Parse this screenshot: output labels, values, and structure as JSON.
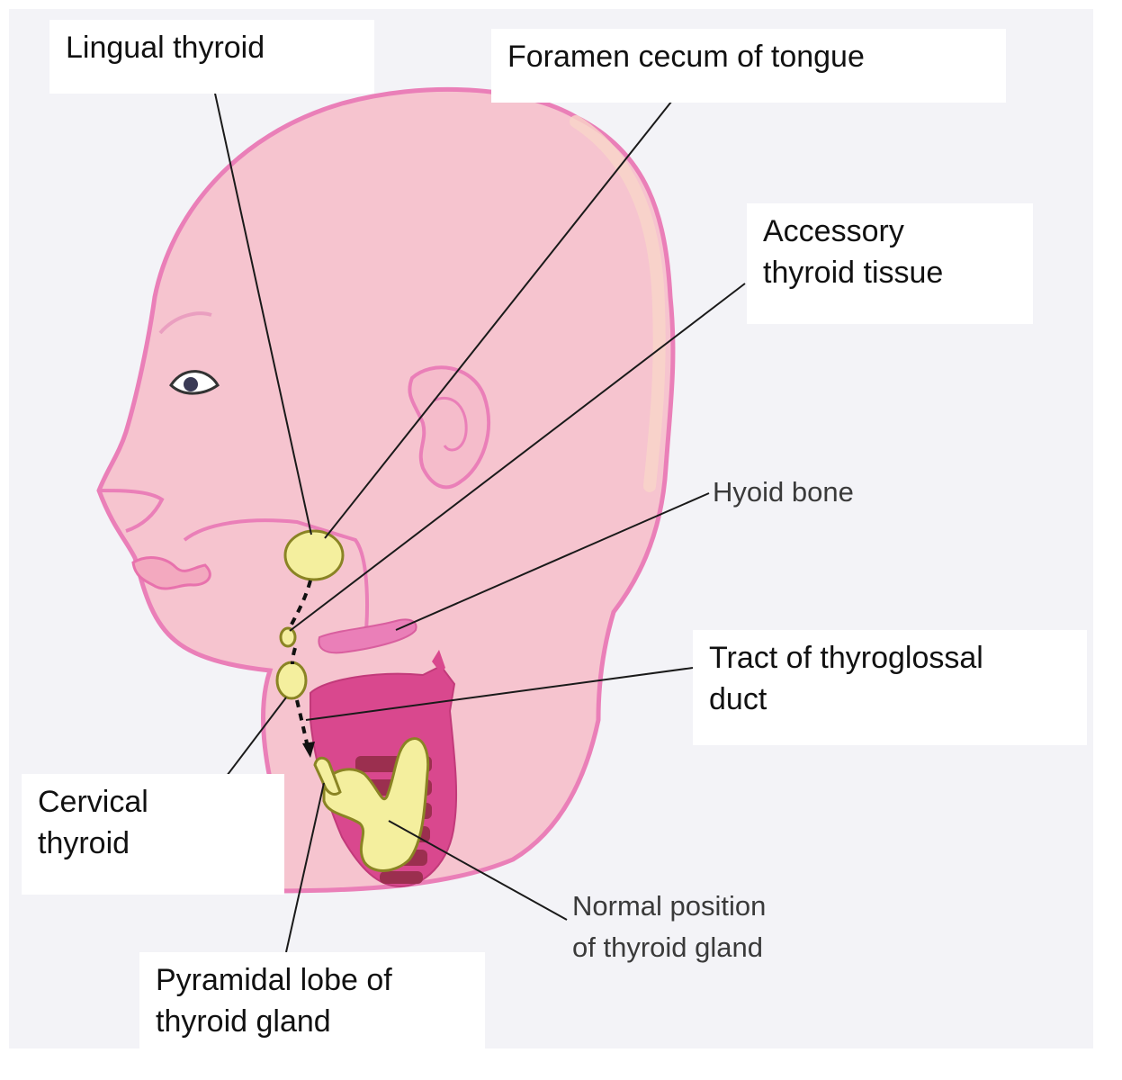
{
  "labels": {
    "lingual_thyroid": "Lingual thyroid",
    "foramen_cecum": "Foramen cecum of tongue",
    "accessory_thyroid": "Accessory\nthyroid tissue",
    "hyoid_bone": "Hyoid bone",
    "tract_thyroglossal": "Tract of thyroglossal\nduct",
    "cervical_thyroid": "Cervical\nthyroid",
    "normal_position": "Normal position\nof thyroid gland",
    "pyramidal_lobe": "Pyramidal lobe of\nthyroid gland"
  },
  "colors": {
    "skin": "#f6c4cf",
    "skin_outline": "#ea7fb8",
    "thyroid": "#f4ef9e",
    "thyroid_outline": "#8a8424",
    "larynx": "#d9488e",
    "trachea": "#9b2f4f",
    "leader_line": "#1a1a1a"
  }
}
